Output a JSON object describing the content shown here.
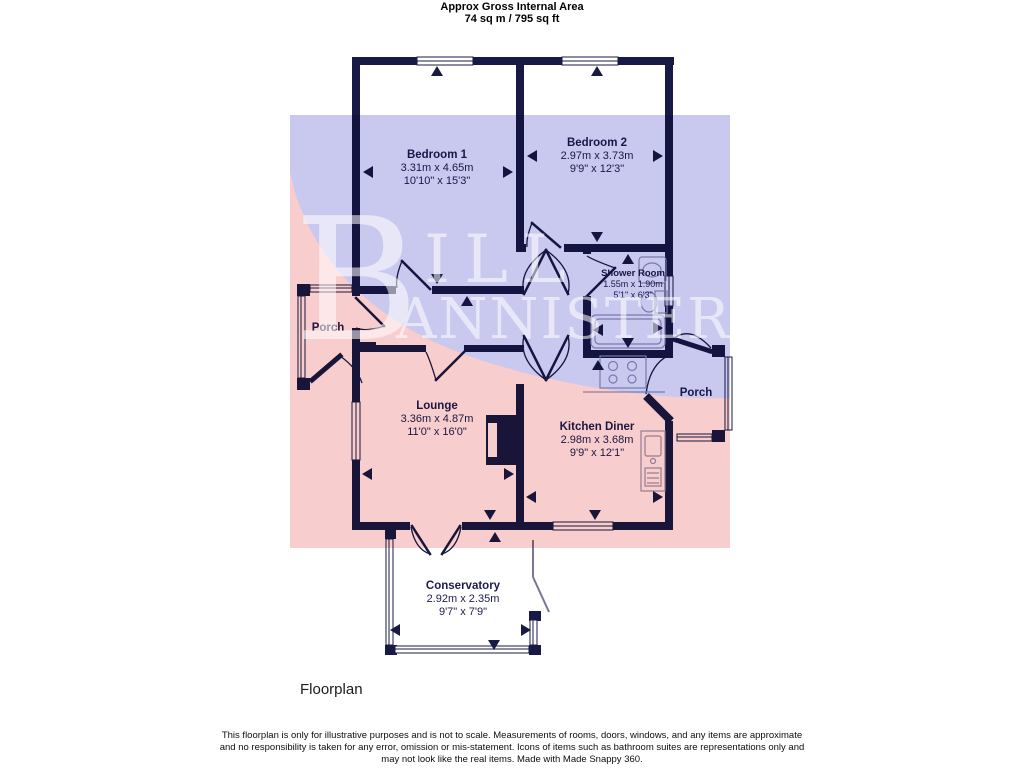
{
  "header": {
    "line1": "Approx Gross Internal Area",
    "line2": "74 sq m / 795 sq ft"
  },
  "rooms": {
    "bedroom1": {
      "name": "Bedroom 1",
      "metric": "3.31m x 4.65m",
      "imperial": "10'10\" x 15'3\""
    },
    "bedroom2": {
      "name": "Bedroom 2",
      "metric": "2.97m x 3.73m",
      "imperial": "9'9\" x 12'3\""
    },
    "shower_room": {
      "name": "Shower Room",
      "metric": "1.55m x 1.90m",
      "imperial": "5'1\" x 6'3\""
    },
    "porch_left": {
      "name": "Porch"
    },
    "lounge": {
      "name": "Lounge",
      "metric": "3.36m x 4.87m",
      "imperial": "11'0\" x 16'0\""
    },
    "kitchen_diner": {
      "name": "Kitchen Diner",
      "metric": "2.98m x 3.68m",
      "imperial": "9'9\" x 12'1\""
    },
    "porch_right": {
      "name": "Porch"
    },
    "conservatory": {
      "name": "Conservatory",
      "metric": "2.92m x 2.35m",
      "imperial": "9'7\" x 7'9\""
    }
  },
  "watermark": {
    "initial": "B",
    "line1_rest": "ILL",
    "line2": "ANNISTER"
  },
  "caption": "Floorplan",
  "disclaimer": {
    "line1": "This floorplan is only for illustrative purposes and is not to scale. Measurements of rooms, doors, windows, and any items are approximate",
    "line2": "and no responsibility is taken for any error, omission or mis-statement. Icons of items such as bathroom suites are representations only and",
    "line3": "may not look like the real items. Made with Made Snappy 360."
  },
  "colors": {
    "wall": "#191945",
    "label": "#1c1c4e",
    "overlay_pink": "#f8cdcd",
    "overlay_lavender": "#c9c9ef",
    "watermark_white": "#ffffff"
  }
}
